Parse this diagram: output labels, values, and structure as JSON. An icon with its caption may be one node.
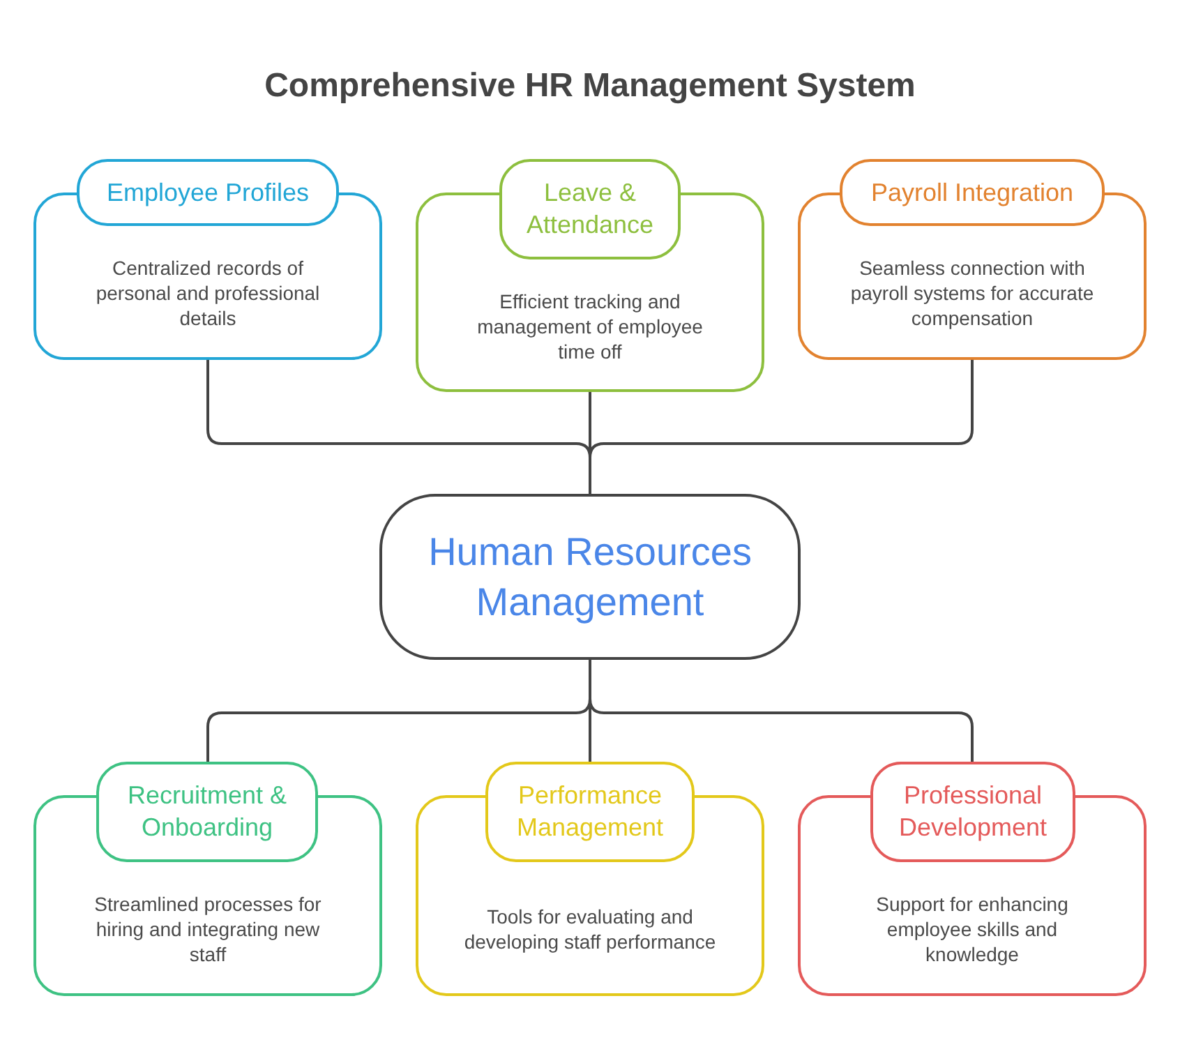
{
  "diagram": {
    "title": "Comprehensive HR Management System",
    "nodes": [
      {
        "text": [
          "Employee Profiles",
          "Centralized records of personal and professional details"
        ]
      },
      {
        "text": [
          "Leave & Attendance",
          "Efficient tracking and management of employee time off"
        ]
      },
      {
        "text": [
          "Payroll Integration",
          "Seamless connection with payroll systems for accurate compensation"
        ]
      },
      {
        "text": [
          "Human Resources Management"
        ]
      },
      {
        "text": [
          "Recruitment & Onboarding",
          "Streamlined processes for hiring and integrating new staff"
        ]
      },
      {
        "text": [
          "Performance Management",
          "Tools for evaluating and developing staff performance"
        ]
      },
      {
        "text": [
          "Professional Development",
          "Support for enhancing employee skills and knowledge"
        ]
      }
    ],
    "edges": [
      {
        "from": 0,
        "to": 3,
        "arrow": "none"
      },
      {
        "from": 1,
        "to": 3,
        "arrow": "none"
      },
      {
        "from": 2,
        "to": 3,
        "arrow": "none"
      },
      {
        "from": 3,
        "to": 4,
        "arrow": "none"
      },
      {
        "from": 3,
        "to": 5,
        "arrow": "none"
      },
      {
        "from": 3,
        "to": 6,
        "arrow": "none"
      }
    ]
  }
}
